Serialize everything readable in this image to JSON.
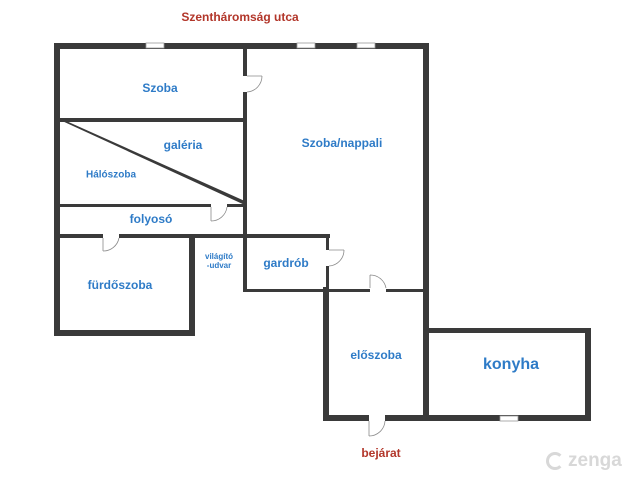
{
  "street": "Szentháromság utca",
  "entrance": "bejárat",
  "rooms": {
    "szoba": "Szoba",
    "galeria": "galéria",
    "haloszoba": "Hálószoba",
    "nappali": "Szoba/nappali",
    "folyoso": "folyosó",
    "vilagito": "világító\n-udvar",
    "gardrob": "gardrób",
    "furdoszoba": "fürdőszoba",
    "eloszoba": "előszoba",
    "konyha": "konyha"
  },
  "brand": {
    "name": "zenga",
    "color": "#d8d8d8",
    "icon": "zenga-logo-icon"
  },
  "colors": {
    "walls": "#3a3a3a",
    "room_label": "#2e7bc7",
    "street_label": "#b2362a"
  }
}
